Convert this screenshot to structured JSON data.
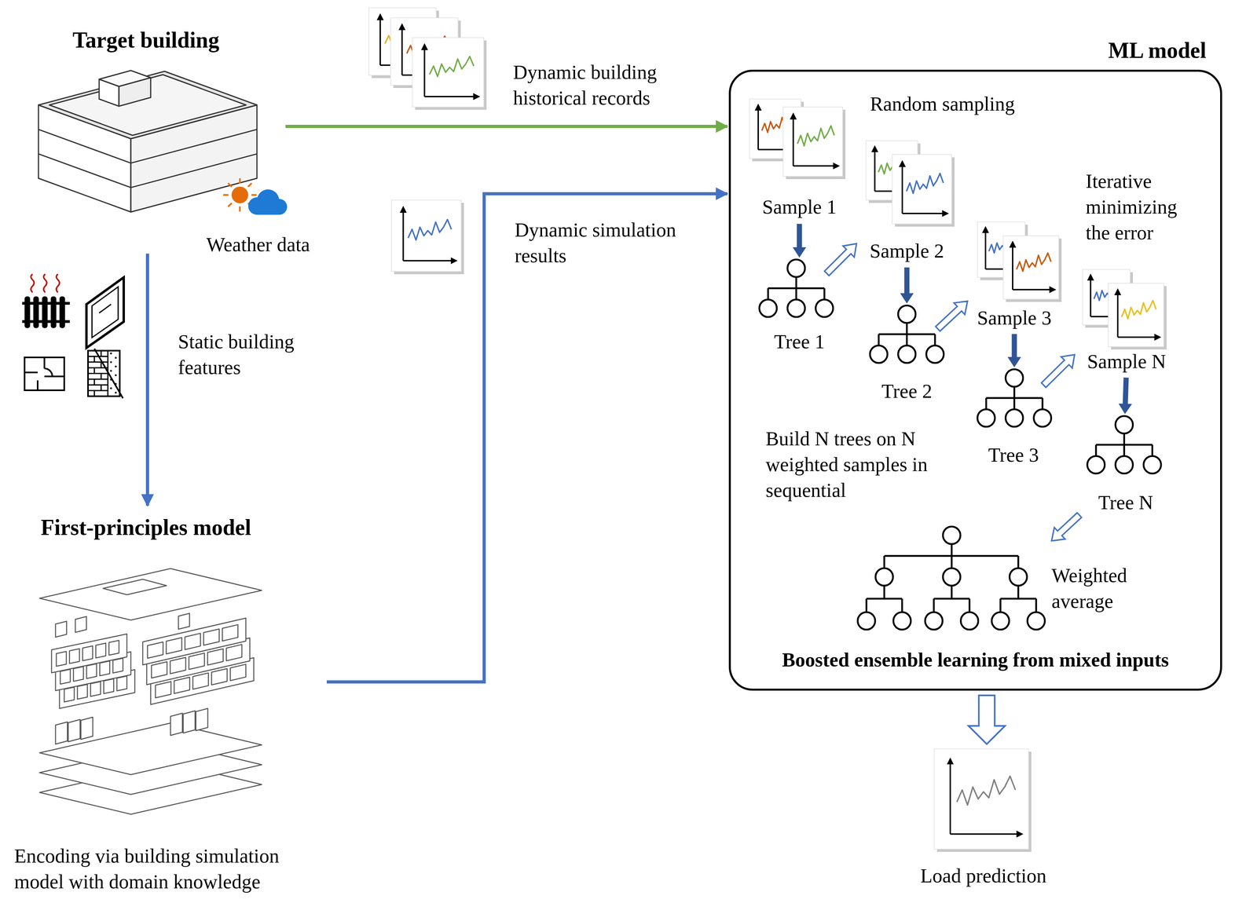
{
  "diagram": {
    "nodes": [
      {
        "text": [
          "Target building"
        ]
      },
      {
        "text": [
          "ML model",
          "Boosted ensemble learning from mixed inputs"
        ]
      },
      {
        "text": [
          "First-principles model",
          "Encoding via building simulation model with domain knowledge"
        ]
      },
      {
        "text": [
          "Load prediction"
        ]
      }
    ],
    "edges": [
      {
        "from": 0,
        "to": 1,
        "arrow": "to",
        "label": "Dynamic building historical records"
      },
      {
        "from": 0,
        "to": 2,
        "arrow": "to",
        "label": "Static building features"
      },
      {
        "from": 2,
        "to": 1,
        "arrow": "to",
        "label": "Dynamic simulation results"
      },
      {
        "from": 1,
        "to": 3,
        "arrow": "to"
      }
    ],
    "labels": [
      "Weather data",
      "Random sampling",
      "Sample 1",
      "Tree 1",
      "Sample 2",
      "Tree 2",
      "Sample 3",
      "Tree 3",
      "Sample N",
      "Tree N",
      "Iterative minimizing the error",
      "Build N trees on N weighted samples in sequential",
      "Weighted average"
    ]
  }
}
